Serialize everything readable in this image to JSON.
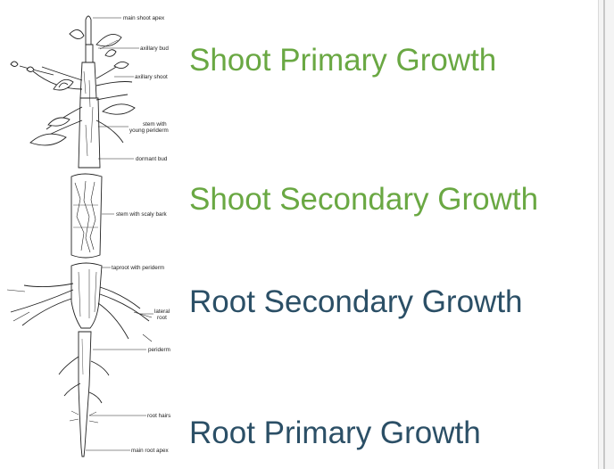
{
  "colors": {
    "shoot_heading": "#6aa843",
    "root_heading": "#2b4f66",
    "ink": "#222222"
  },
  "diagram": {
    "labels": {
      "main_shoot_apex": "main shoot apex",
      "axillary_bud": "axillary bud",
      "axillary_shoot": "axillary shoot",
      "stem_young_periderm_1": "stem with",
      "stem_young_periderm_2": "young periderm",
      "dormant_bud": "dormant bud",
      "stem_scaly_bark": "stem with scaly bark",
      "taproot_periderm": "taproot with periderm",
      "lateral_root_1": "lateral",
      "lateral_root_2": "root",
      "periderm": "periderm",
      "root_hairs": "root hairs",
      "main_root_apex": "main root apex"
    }
  },
  "headings": {
    "shoot_primary": "Shoot Primary Growth",
    "shoot_secondary": "Shoot Secondary Growth",
    "root_secondary": "Root Secondary Growth",
    "root_primary": "Root Primary Growth"
  }
}
